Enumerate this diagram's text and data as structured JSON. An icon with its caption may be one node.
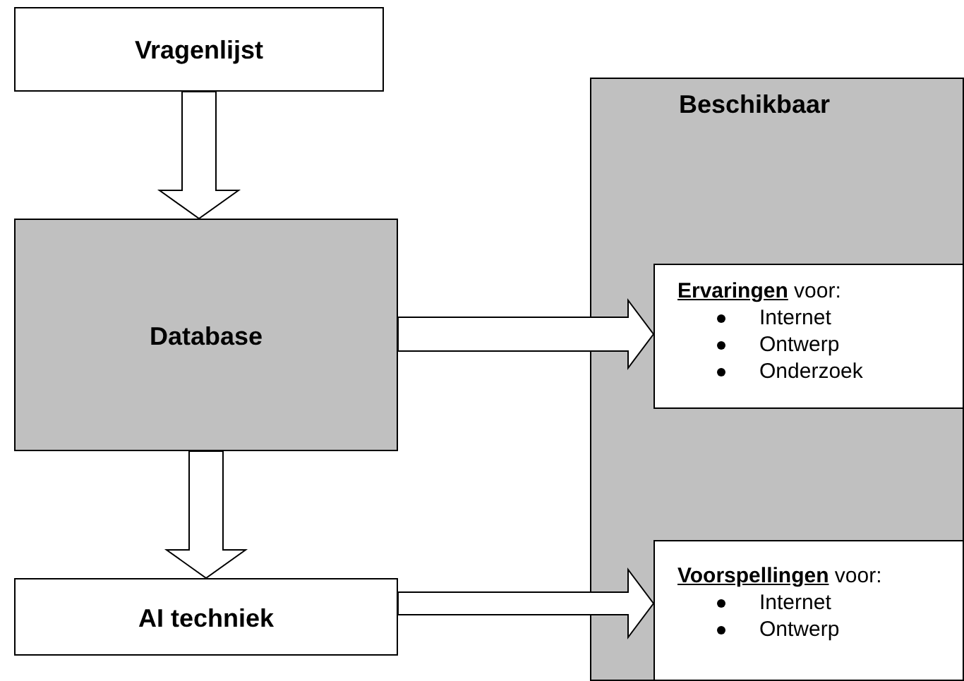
{
  "diagram": {
    "nodes": [
      {
        "text": [
          "Vragenlijst"
        ]
      },
      {
        "text": [
          "Database"
        ]
      },
      {
        "text": [
          "AI techniek"
        ]
      },
      {
        "text": [
          "Beschikbaar"
        ]
      },
      {
        "text": [
          "**Ervaringen** voor:",
          "Internet",
          "Ontwerp",
          "Onderzoek"
        ],
        "in": 3
      },
      {
        "text": [
          "**Voorspellingen** voor:",
          "Internet",
          "Ontwerp"
        ],
        "in": 3
      }
    ],
    "edges": [
      {
        "from": 0,
        "to": 1,
        "arrow": "to"
      },
      {
        "from": 1,
        "to": 2,
        "arrow": "to"
      },
      {
        "from": 1,
        "to": 4,
        "arrow": "to"
      },
      {
        "from": 2,
        "to": 5,
        "arrow": "to"
      }
    ]
  }
}
